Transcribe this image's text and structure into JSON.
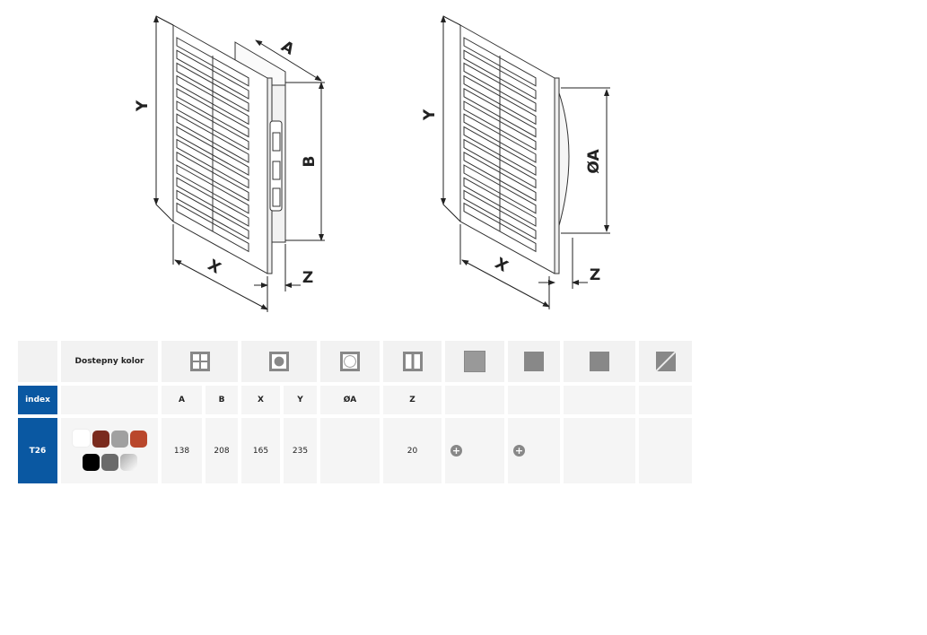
{
  "drawing_labels": {
    "left_y": "Y",
    "left_a": "A",
    "left_b": "B",
    "left_x": "X",
    "left_z": "Z",
    "right_y": "Y",
    "right_a": "ØA",
    "right_x": "X",
    "right_z": "Z"
  },
  "table": {
    "header_color": "Dostepny kolor",
    "header_icons": [
      "grille-front-icon",
      "grille-center-icon",
      "round-damper-icon",
      "frame-side-icon",
      "square-panel-icon",
      "mesh-strip-icon",
      "mounting-clip-icon",
      "diagonal-rod-icon"
    ],
    "index_label": "index",
    "dims": [
      "A",
      "B",
      "X",
      "Y",
      "ØA",
      "Z"
    ],
    "row": {
      "index": "T26",
      "A": "138",
      "B": "208",
      "X": "165",
      "Y": "235",
      "OA": "",
      "Z": "20",
      "plus1": "+",
      "plus2": "+"
    },
    "colors": [
      "#ffffff",
      "#7a2b1e",
      "#a0a0a0",
      "#b9472c",
      "#000000",
      "#6a6a6a",
      "#d8d8d8"
    ],
    "accent": "#0a58a2"
  }
}
